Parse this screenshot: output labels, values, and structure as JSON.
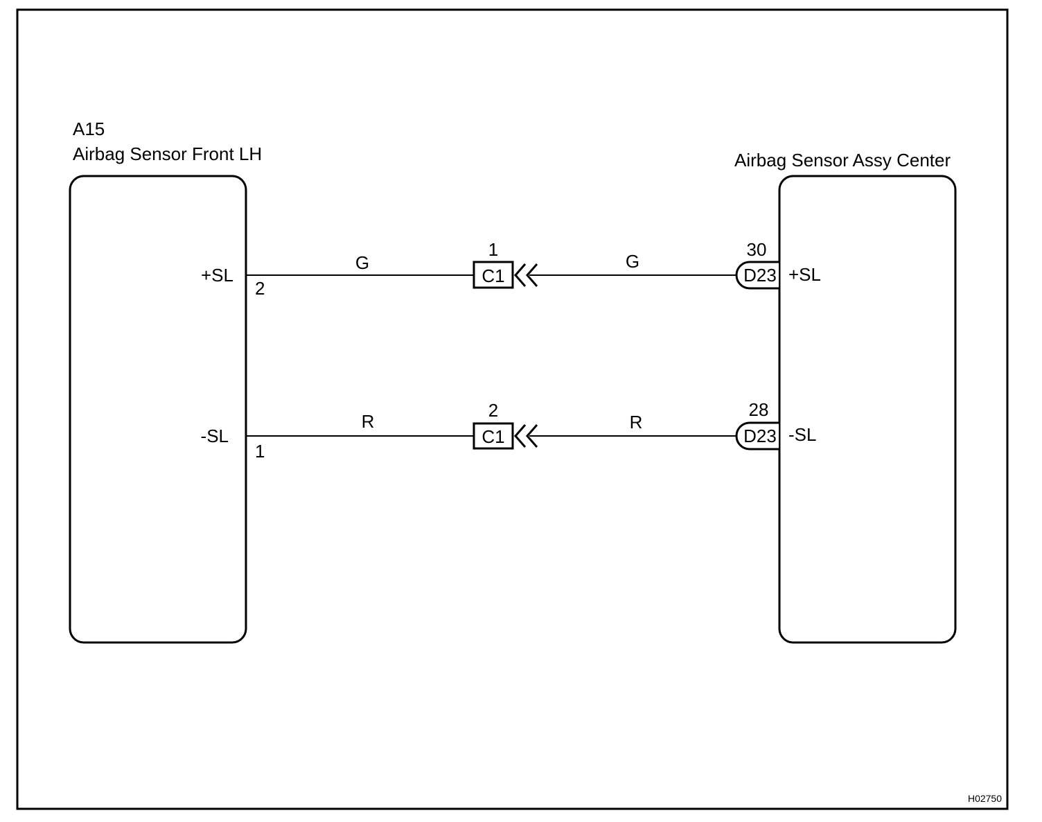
{
  "components": {
    "left": {
      "code": "A15",
      "name": "Airbag Sensor Front LH",
      "pins": {
        "upper": {
          "number": "2",
          "name": "+SL"
        },
        "lower": {
          "number": "1",
          "name": "-SL"
        }
      }
    },
    "right": {
      "name": "Airbag Sensor Assy Center",
      "connector": "D23",
      "pins": {
        "upper": {
          "number": "30",
          "name": "+SL"
        },
        "lower": {
          "number": "28",
          "name": "-SL"
        }
      }
    }
  },
  "junction": {
    "code": "C1",
    "pins": {
      "upper": "1",
      "lower": "2"
    }
  },
  "wires": {
    "upper": {
      "left_color": "G",
      "right_color": "G"
    },
    "lower": {
      "left_color": "R",
      "right_color": "R"
    }
  },
  "figure_code": "H02750"
}
